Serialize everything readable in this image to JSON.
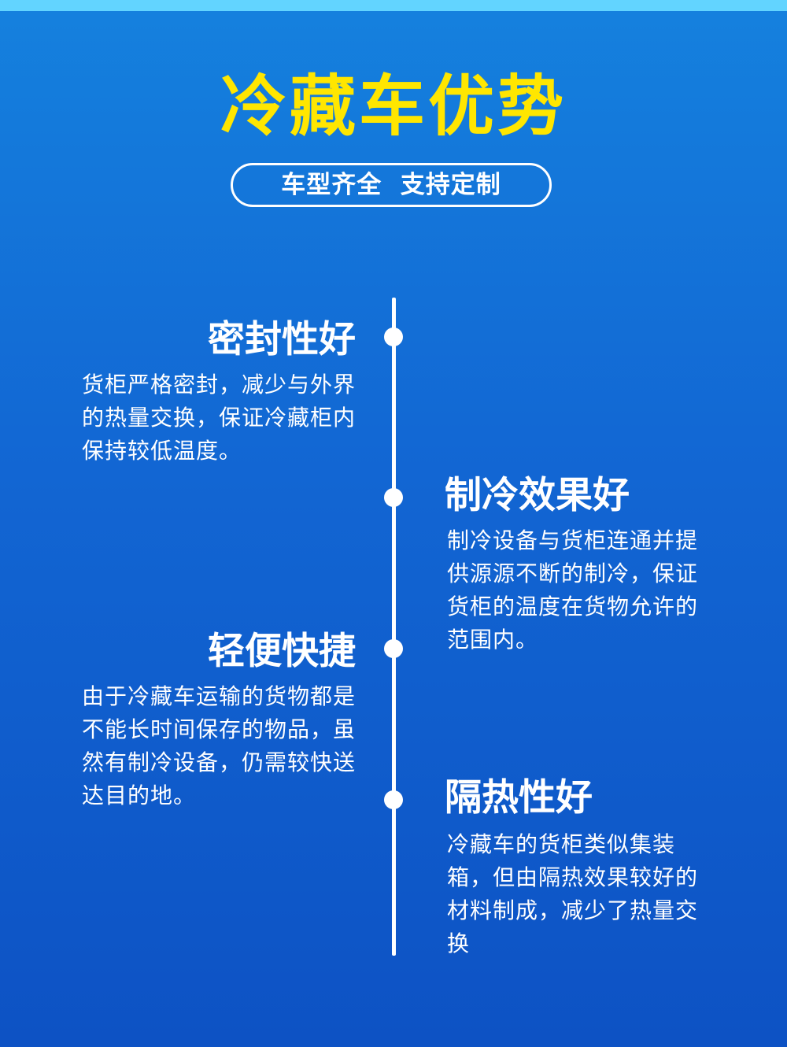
{
  "header": {
    "title": "冷藏车优势",
    "subtitle": "车型齐全  支持定制"
  },
  "features": [
    {
      "title": "密封性好",
      "description": "货柜严格密封，减少与外界的热量交换，保证冷藏柜内保持较低温度。"
    },
    {
      "title": "制冷效果好",
      "description": "制冷设备与货柜连通并提供源源不断的制冷，保证货柜的温度在货物允许的范围内。"
    },
    {
      "title": "轻便快捷",
      "description": "由于冷藏车运输的货物都是不能长时间保存的物品，虽然有制冷设备，仍需较快送达目的地。"
    },
    {
      "title": "隔热性好",
      "description": "冷藏车的货柜类似集装箱，但由隔热效果较好的材料制成，减少了热量交换"
    }
  ],
  "colors": {
    "title_yellow": "#ffe600",
    "background_top": "#1581de",
    "background_bottom": "#0d52c4",
    "top_strip": "#62d4ff",
    "text": "#ffffff"
  }
}
